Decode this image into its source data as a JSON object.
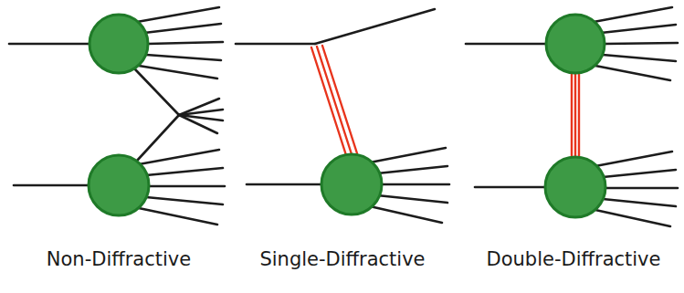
{
  "diagram": {
    "labels": [
      "Non-Diffractive",
      "Single-Diffractive",
      "Double-Diffractive"
    ]
  }
}
